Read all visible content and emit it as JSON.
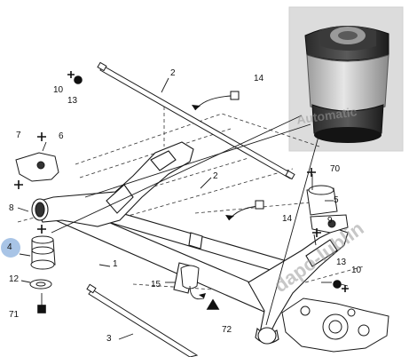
{
  "callouts": {
    "c1": "1",
    "c2a": "2",
    "c2b": "2",
    "c3": "3",
    "c4": "4",
    "c5": "5",
    "c6": "6",
    "c7": "7",
    "c8": "8",
    "c9": "9",
    "c10a": "10",
    "c10b": "10",
    "c12": "12",
    "c13a": "13",
    "c13b": "13",
    "c14a": "14",
    "c14b": "14",
    "c15": "15",
    "c70": "70",
    "c71": "71",
    "c72": "72"
  },
  "watermarks": {
    "inset": "Automatic",
    "bottom_right": "dapo-lublin"
  },
  "colors": {
    "line": "#1a1a1a",
    "highlight": "#a8c4e6",
    "photo_bg": "#dcdcdc",
    "rubber": "#1e1e1e",
    "metal": "#bdbdbd"
  }
}
